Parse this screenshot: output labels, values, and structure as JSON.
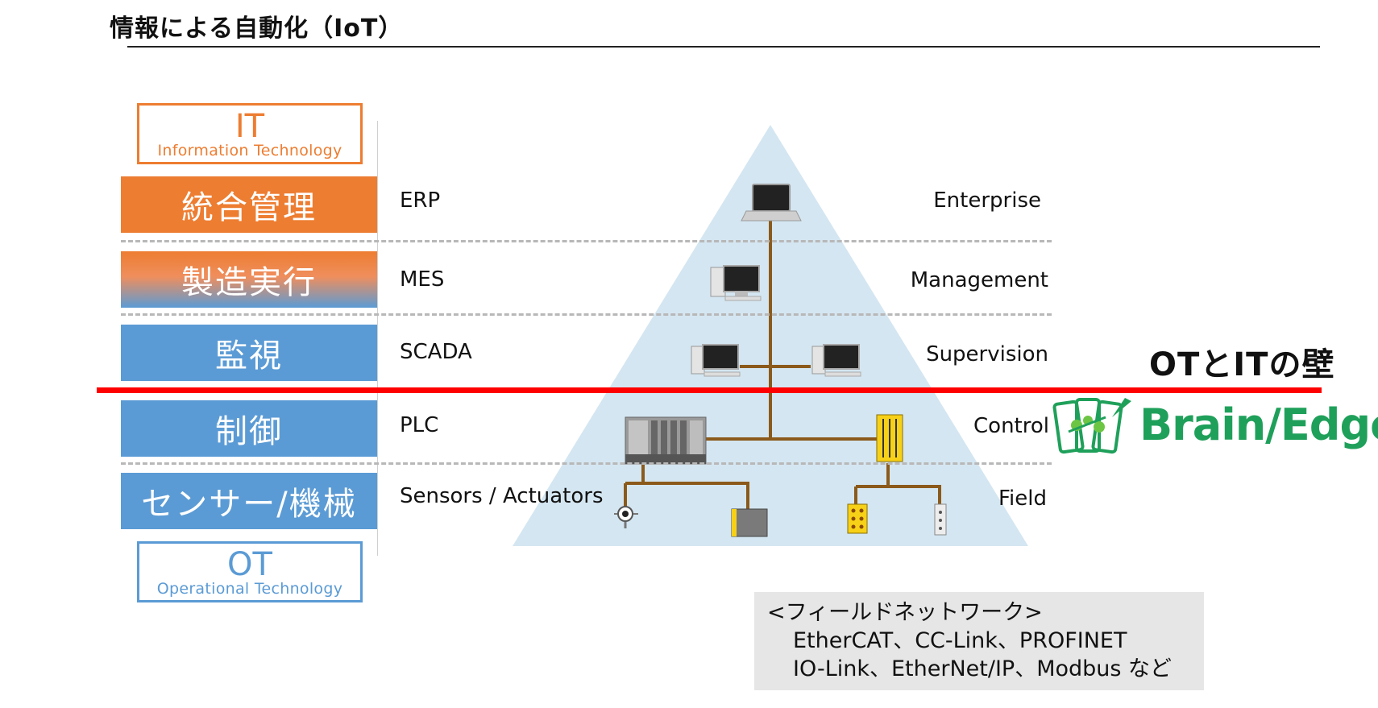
{
  "title": "情報による自動化（IoT）",
  "it_box": {
    "big": "IT",
    "small": "Information Technology",
    "color": "#ed7d31"
  },
  "ot_box": {
    "big": "OT",
    "small": "Operational Technology",
    "color": "#5b9bd5"
  },
  "levels": [
    {
      "jp": "統合管理",
      "system": "ERP",
      "layer": "Enterprise"
    },
    {
      "jp": "製造実行",
      "system": "MES",
      "layer": "Management"
    },
    {
      "jp": "監視",
      "system": "SCADA",
      "layer": "Supervision"
    },
    {
      "jp": "制御",
      "system": "PLC",
      "layer": "Control"
    },
    {
      "jp": "センサー/機械",
      "system": "Sensors / Actuators",
      "layer": "Field"
    }
  ],
  "wall": {
    "label": "OTとITの壁",
    "color": "#ff0000"
  },
  "logo": {
    "text": "Brain/Edge",
    "color": "#1fa05a"
  },
  "field_network": {
    "heading": "<フィールドネットワーク>",
    "line1": "EtherCAT、CC-Link、PROFINET",
    "line2": "IO-Link、EtherNet/IP、Modbus など"
  },
  "colors": {
    "pyramid": "#d4e6f1",
    "cable": "#8b5a1b",
    "device_yellow": "#f7d117"
  }
}
